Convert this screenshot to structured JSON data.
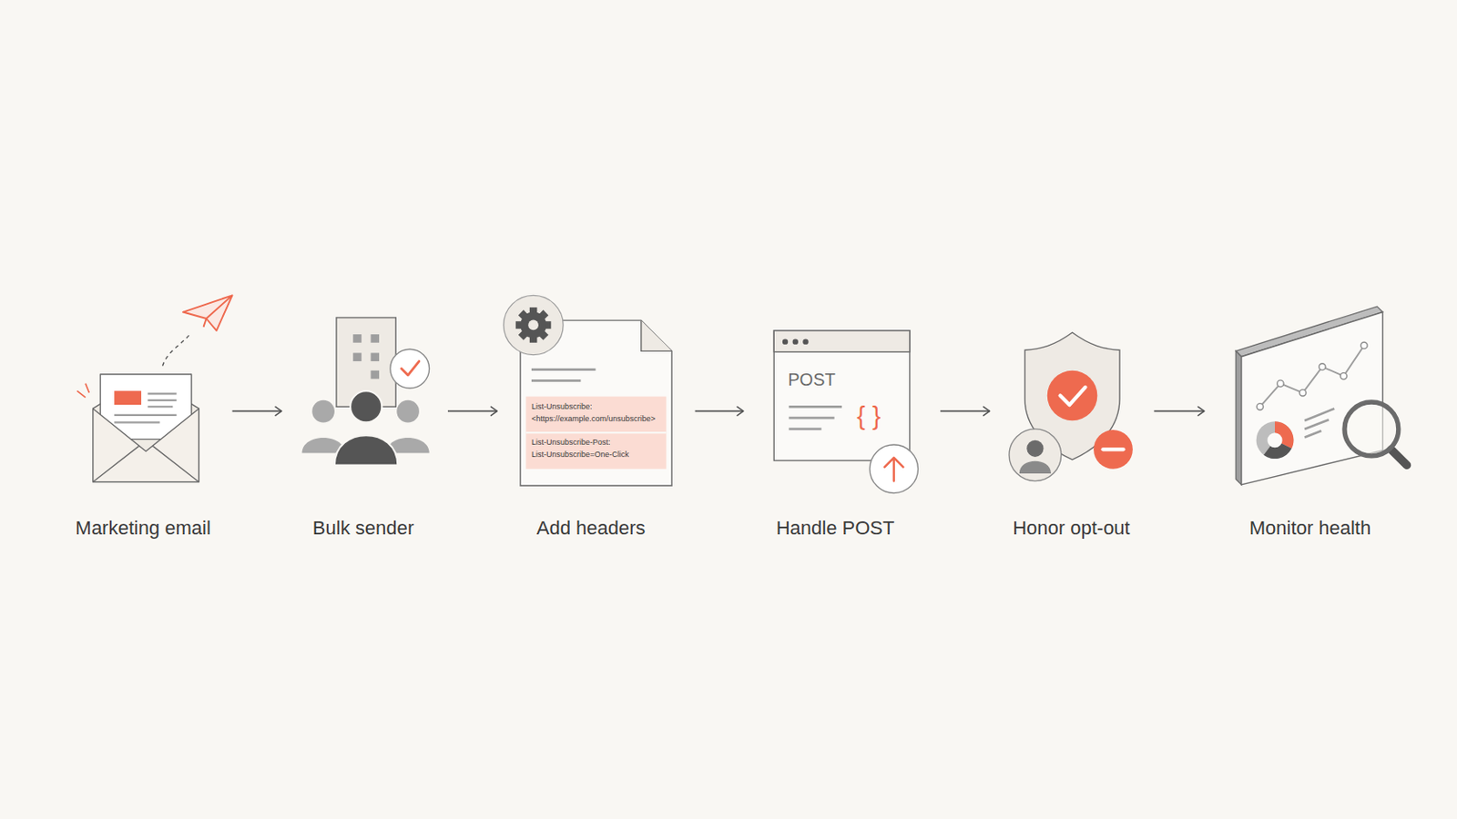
{
  "diagram": {
    "nodes": [
      {
        "text": [
          "Marketing email"
        ]
      },
      {
        "text": [
          "Bulk sender"
        ]
      },
      {
        "text": [
          "Add headers"
        ]
      },
      {
        "text": [
          "Handle POST"
        ]
      },
      {
        "text": [
          "Honor opt-out"
        ]
      },
      {
        "text": [
          "Monitor health"
        ]
      }
    ],
    "edges": [
      {
        "from": 0,
        "to": 1,
        "arrow": "to"
      },
      {
        "from": 1,
        "to": 2,
        "arrow": "to"
      },
      {
        "from": 2,
        "to": 3,
        "arrow": "to"
      },
      {
        "from": 3,
        "to": 4,
        "arrow": "to"
      },
      {
        "from": 4,
        "to": 5,
        "arrow": "to"
      }
    ],
    "labels": [
      "List-Unsubscribe:",
      "<https://example.com/unsubscribe>",
      "List-Unsubscribe-Post:",
      "List-Unsubscribe=One-Click",
      "POST",
      "{ }"
    ]
  }
}
